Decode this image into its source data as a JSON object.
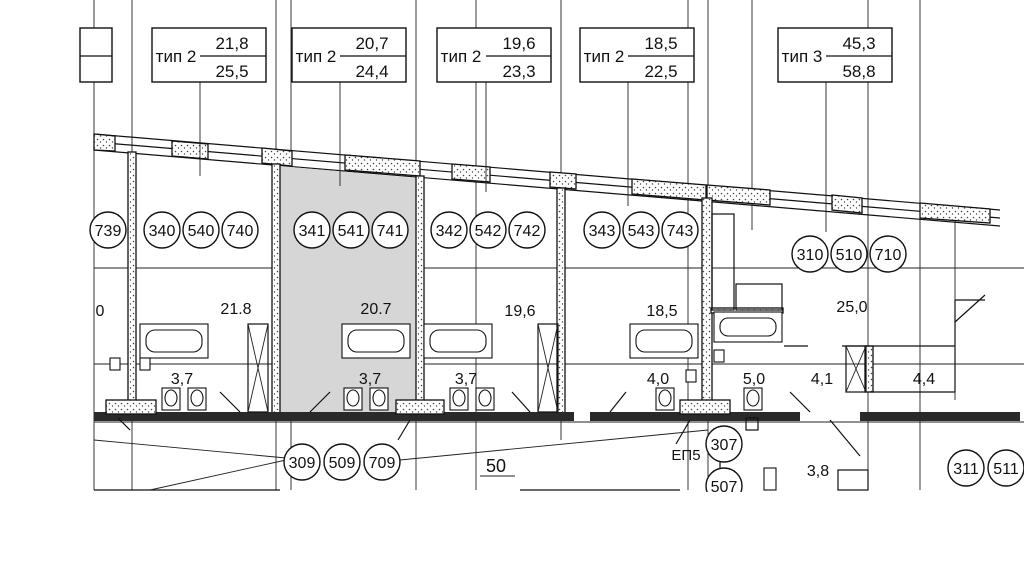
{
  "unit_boxes": [
    {
      "id": "ub-left",
      "type_label": "",
      "area_living": "",
      "area_total": ""
    },
    {
      "id": "ub-1",
      "type_label": "тип 2",
      "area_living": "21,8",
      "area_total": "25,5"
    },
    {
      "id": "ub-2",
      "type_label": "тип 2",
      "area_living": "20,7",
      "area_total": "24,4"
    },
    {
      "id": "ub-3",
      "type_label": "тип 2",
      "area_living": "19,6",
      "area_total": "23,3"
    },
    {
      "id": "ub-4",
      "type_label": "тип 2",
      "area_living": "18,5",
      "area_total": "22,5"
    },
    {
      "id": "ub-5",
      "type_label": "тип 3",
      "area_living": "45,3",
      "area_total": "58,8"
    }
  ],
  "apartment_numbers": [
    "739",
    "340",
    "540",
    "740",
    "341",
    "541",
    "741",
    "342",
    "542",
    "742",
    "343",
    "543",
    "743",
    "310",
    "510",
    "710",
    "309",
    "509",
    "709",
    "307",
    "507",
    "311",
    "511"
  ],
  "room_areas": [
    "0",
    "21.8",
    "20.7",
    "19,6",
    "18,5",
    "25,0",
    "3,7",
    "3,7",
    "3,7",
    "4,0",
    "5,0",
    "4,1",
    "4,4",
    "3,8"
  ],
  "labels": {
    "corridor_number": "50",
    "stair_label": "ЕП5"
  },
  "highlighted_apartment": "341"
}
